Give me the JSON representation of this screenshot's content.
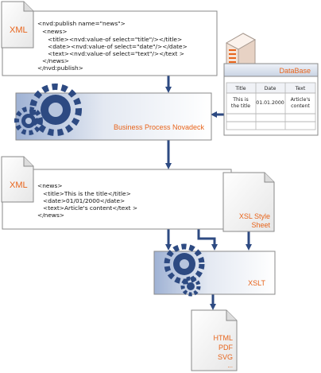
{
  "xml_input": {
    "badge": "XML",
    "lines": [
      "<nvd:publish name=\"news\">",
      "<news>",
      "<title><nvd:value-of select=\"title\"/></title>",
      "<date><nvd:value-of select=\"date\"/></date>",
      "<text><nvd:value-of select=\"text\"/></text >",
      "</news>",
      "</nvd:publish>"
    ]
  },
  "database": {
    "label": "DataBase",
    "columns": [
      "Title",
      "Date",
      "Text"
    ],
    "row": [
      "This is the title",
      "01.01.2000",
      "Article's content"
    ],
    "row_lines": [
      [
        "This is",
        "the title"
      ],
      [
        "01.01.2000"
      ],
      [
        "Article's",
        "content"
      ]
    ]
  },
  "process": {
    "label": "Business Process Novadeck"
  },
  "xml_output": {
    "badge": "XML",
    "lines": [
      "<news>",
      "<title>This is the title</title>",
      "<date>01/01/2000</date>",
      "<text>Article's content</text >",
      "</news>"
    ]
  },
  "xsl": {
    "lines": [
      "XSL Style",
      "Sheet"
    ]
  },
  "xslt": {
    "label": "XSLT"
  },
  "output": {
    "formats": [
      "HTML",
      "PDF",
      "SVG",
      "..."
    ]
  },
  "colors": {
    "navy": "#2d4a82",
    "orange": "#e8641b",
    "panel_gradient_start": "#9fb2d4",
    "border": "#8a8a8a"
  }
}
